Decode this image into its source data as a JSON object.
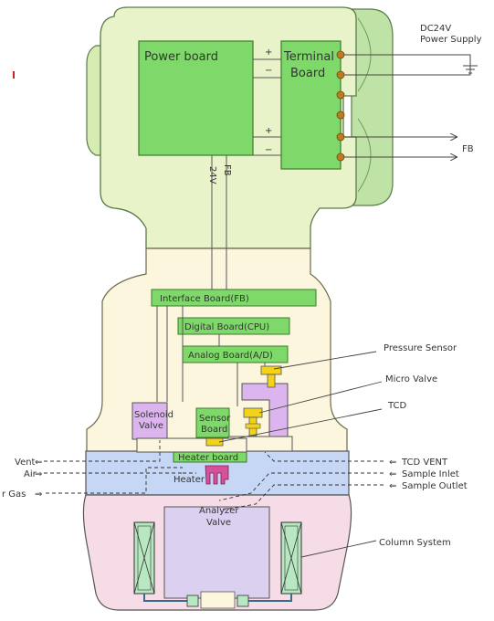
{
  "diagram": {
    "power_supply_line1": "DC24V",
    "power_supply_line2": "Power Supply",
    "power_board": "Power board",
    "terminal_board_line1": "Terminal",
    "terminal_board_line2": "Board",
    "plus_sign": "+",
    "minus_sign": "−",
    "fb_label": "FB",
    "voltage_24v": "24V",
    "voltage_fb": "FB",
    "interface_board": "Interface Board(FB)",
    "digital_board": "Digital Board(CPU)",
    "analog_board": "Analog Board(A/D)",
    "pressure_sensor": "Pressure Sensor",
    "micro_valve": "Micro Valve",
    "tcd": "TCD",
    "solenoid_valve_line1": "Solenoid",
    "solenoid_valve_line2": "Valve",
    "sensor_board_line1": "Sensor",
    "sensor_board_line2": "Board",
    "heater_board": "Heater board",
    "heater": "Heater",
    "vent": "Vent",
    "air": "Air",
    "gas": "r Gas",
    "tcd_vent": "TCD VENT",
    "sample_inlet": "Sample Inlet",
    "sample_outlet": "Sample Outlet",
    "analyzer_valve_line1": "Analyzer",
    "analyzer_valve_line2": "Valve",
    "column_system": "Column System"
  },
  "colors": {
    "housing_green": "#e8f3c9",
    "housing_cream": "#fbf6dd",
    "board_green": "#7fd96a",
    "flow_blue": "#c6d6f5",
    "bottom_pink": "#f6dce6",
    "violet": "#dcb5ee",
    "yellow_part": "#f2d21a",
    "heater_magenta": "#d7509a",
    "column_green": "#b8e8c2"
  }
}
